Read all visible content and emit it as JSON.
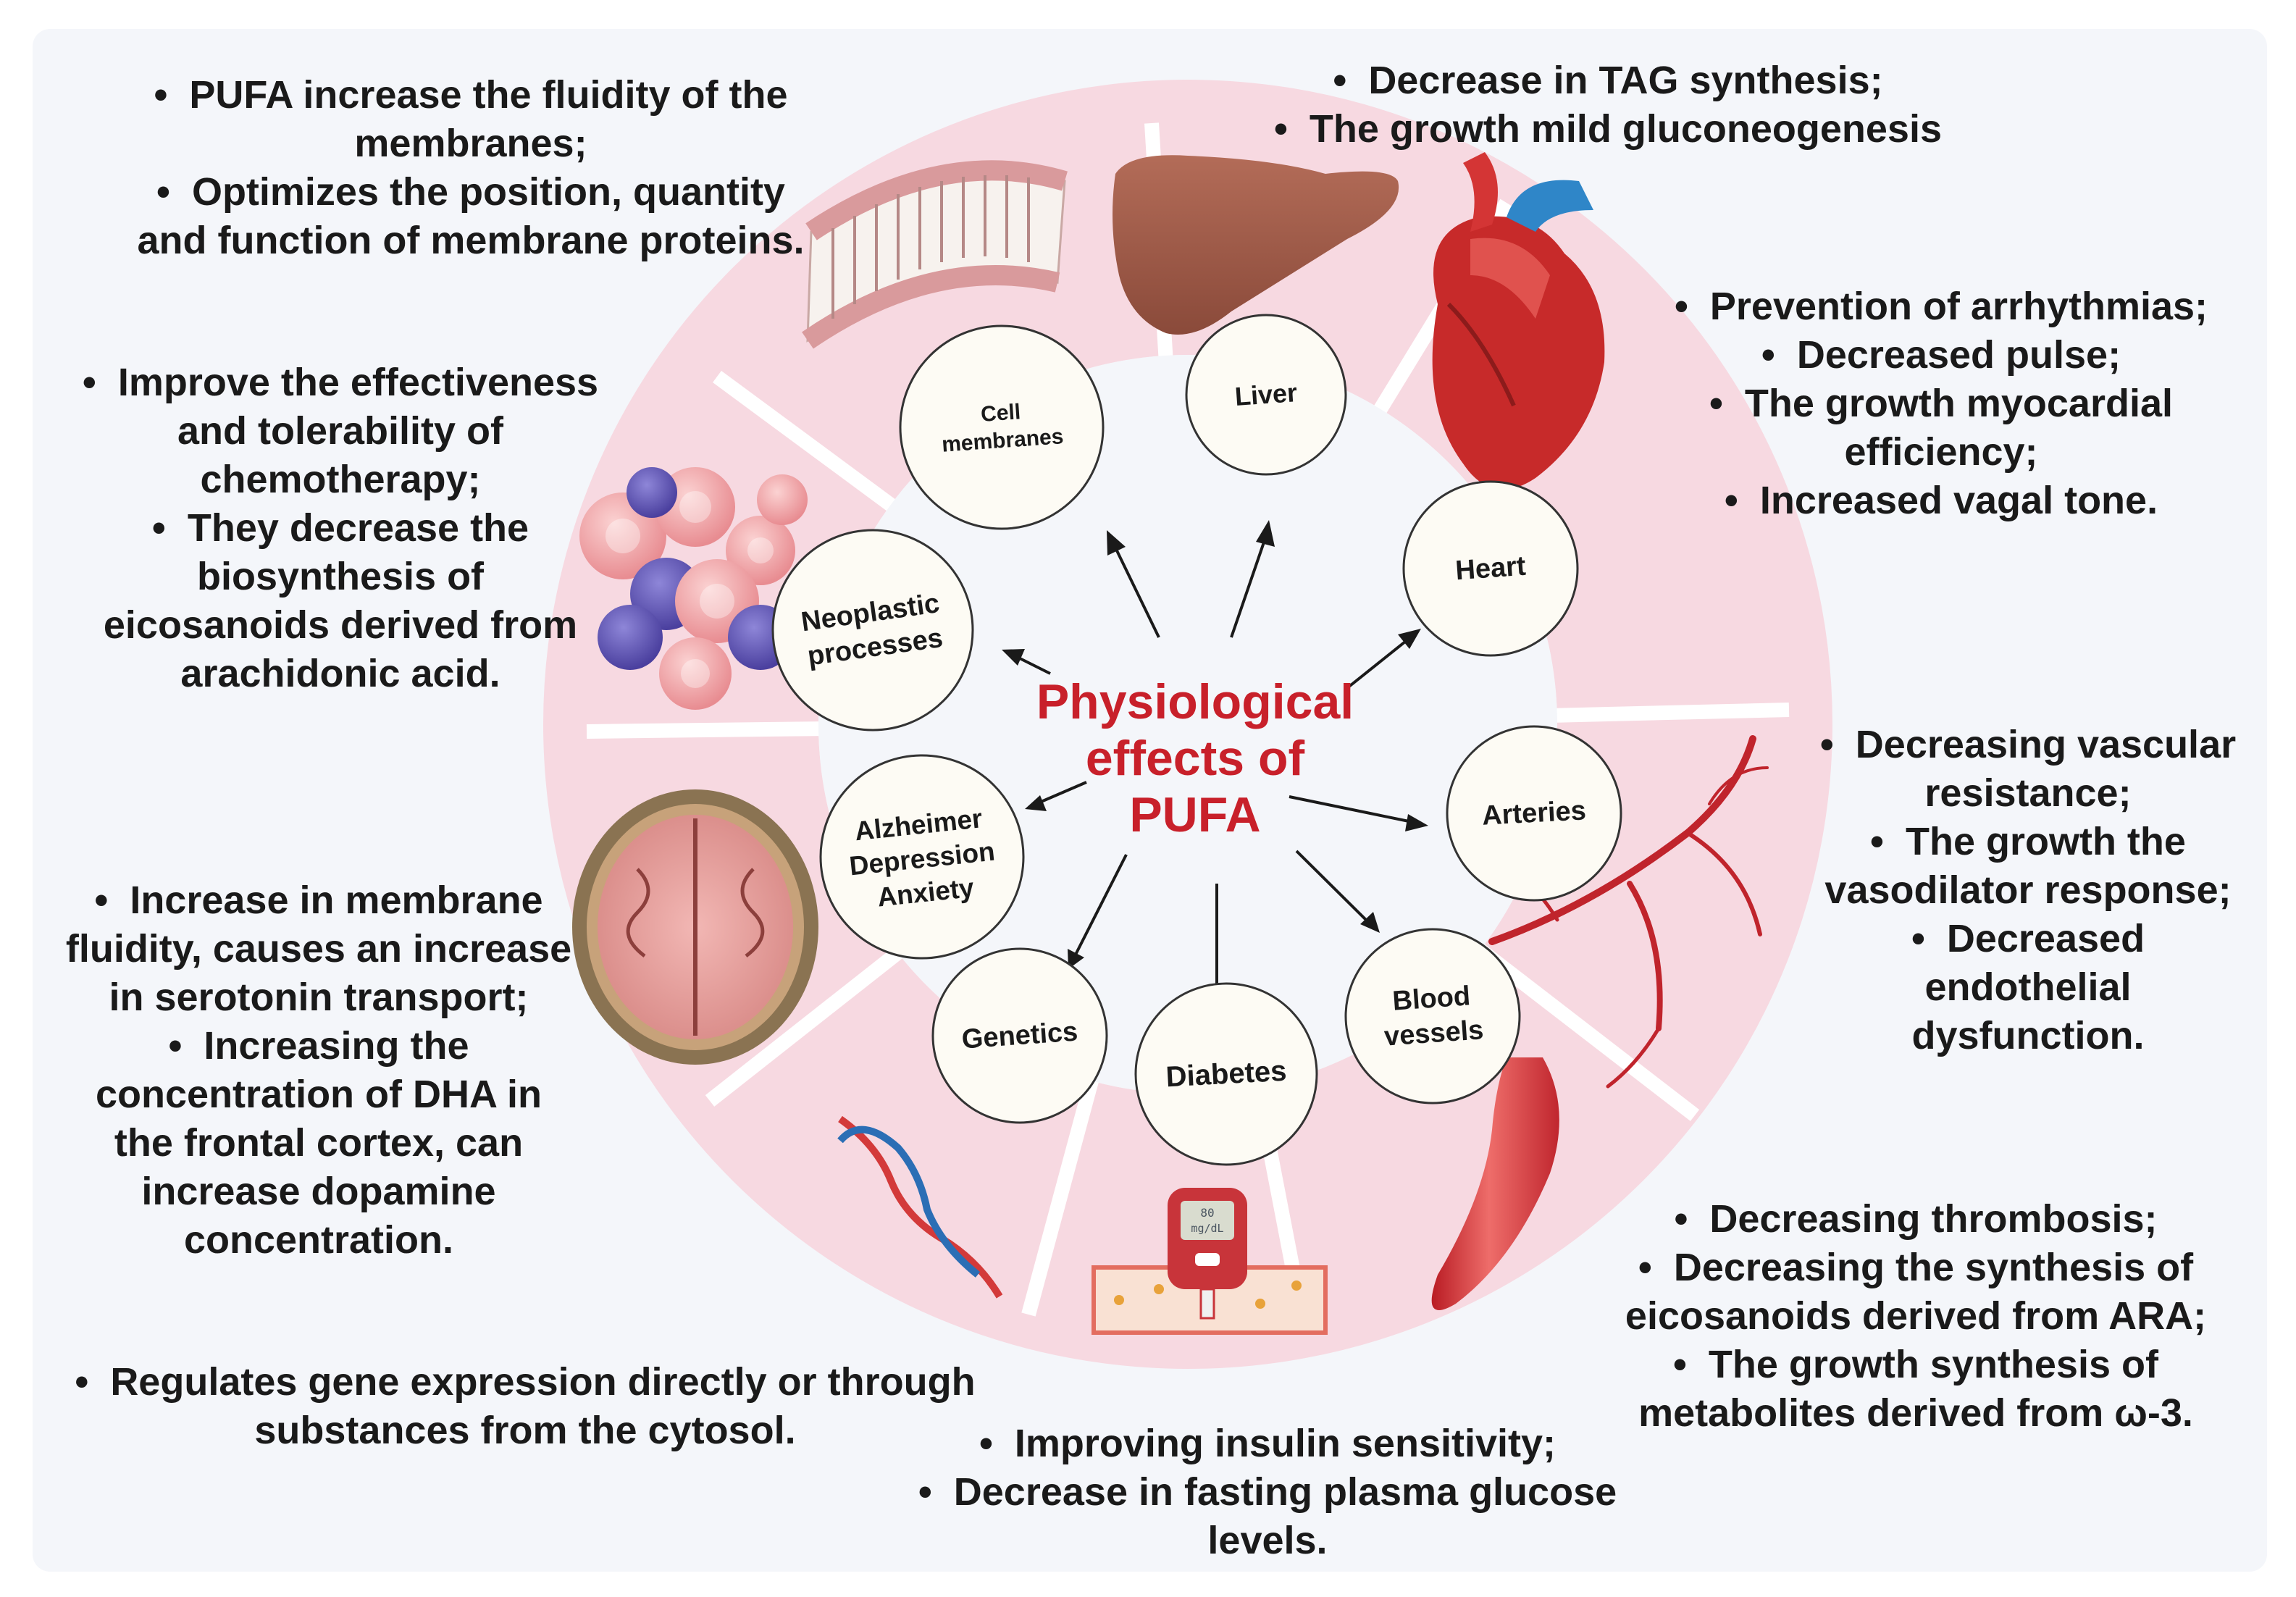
{
  "center_title": [
    "Physiological",
    "effects of",
    "PUFA"
  ],
  "nodes": {
    "cell_membranes": [
      "Cell",
      "membranes"
    ],
    "liver": [
      "Liver"
    ],
    "heart": [
      "Heart"
    ],
    "arteries": [
      "Arteries"
    ],
    "blood_vessels": [
      "Blood",
      "vessels"
    ],
    "diabetes": [
      "Diabetes"
    ],
    "genetics": [
      "Genetics"
    ],
    "neuro": [
      "Alzheimer",
      "Depression",
      "Anxiety"
    ],
    "neoplastic": [
      "Neoplastic",
      "processes"
    ]
  },
  "texts": {
    "membranes": [
      {
        "t": "PUFA increase the fluidity of the",
        "b": true
      },
      {
        "t": "membranes;",
        "b": false
      },
      {
        "t": "Optimizes the position, quantity",
        "b": true
      },
      {
        "t": "and function of membrane proteins.",
        "b": false
      }
    ],
    "liver": [
      {
        "t": "Decrease in TAG synthesis;",
        "b": true
      },
      {
        "t": "The growth mild gluconeogenesis",
        "b": true
      }
    ],
    "heart": [
      {
        "t": "Prevention of arrhythmias;",
        "b": true
      },
      {
        "t": "Decreased pulse;",
        "b": true
      },
      {
        "t": "The growth myocardial",
        "b": true
      },
      {
        "t": "efficiency;",
        "b": false
      },
      {
        "t": "Increased vagal tone.",
        "b": true
      }
    ],
    "neoplastic": [
      {
        "t": "Improve the effectiveness",
        "b": true
      },
      {
        "t": "and tolerability of",
        "b": false
      },
      {
        "t": "chemotherapy;",
        "b": false
      },
      {
        "t": "They decrease the",
        "b": true
      },
      {
        "t": "biosynthesis of",
        "b": false
      },
      {
        "t": "eicosanoids derived from",
        "b": false
      },
      {
        "t": "arachidonic acid.",
        "b": false
      }
    ],
    "arteries": [
      {
        "t": "Decreasing vascular",
        "b": true
      },
      {
        "t": "resistance;",
        "b": false
      },
      {
        "t": "The growth the",
        "b": true
      },
      {
        "t": "vasodilator response;",
        "b": false
      },
      {
        "t": "Decreased",
        "b": true
      },
      {
        "t": "endothelial",
        "b": false
      },
      {
        "t": "dysfunction.",
        "b": false
      }
    ],
    "brain": [
      {
        "t": "Increase in membrane",
        "b": true
      },
      {
        "t": "fluidity, causes an increase",
        "b": false
      },
      {
        "t": "in serotonin transport;",
        "b": false
      },
      {
        "t": "Increasing the",
        "b": true
      },
      {
        "t": "concentration of DHA in",
        "b": false
      },
      {
        "t": "the frontal cortex, can",
        "b": false
      },
      {
        "t": "increase dopamine",
        "b": false
      },
      {
        "t": "concentration.",
        "b": false
      }
    ],
    "blood_vessels": [
      {
        "t": "Decreasing thrombosis;",
        "b": true
      },
      {
        "t": "Decreasing  the synthesis of",
        "b": true
      },
      {
        "t": "eicosanoids derived from ARA;",
        "b": false
      },
      {
        "t": "The growth synthesis of",
        "b": true
      },
      {
        "t": "metabolites derived from ω-3.",
        "b": false
      }
    ],
    "genetics": [
      {
        "t": "Regulates gene expression directly or through",
        "b": true
      },
      {
        "t": "substances from the cytosol.",
        "b": false
      }
    ],
    "diabetes": [
      {
        "t": "Improving insulin sensitivity;",
        "b": true
      },
      {
        "t": "Decrease in fasting plasma glucose",
        "b": true
      },
      {
        "t": "levels.",
        "b": false
      }
    ]
  },
  "meter_display": [
    "80",
    "mg/dL"
  ],
  "colors": {
    "background": "#f4f6fa",
    "ring": "#f7d9e1",
    "ring_dark": "#f2c7d3",
    "node_fill": "#fdfbf4",
    "title": "#c8202a",
    "text": "#1a1a1a"
  }
}
